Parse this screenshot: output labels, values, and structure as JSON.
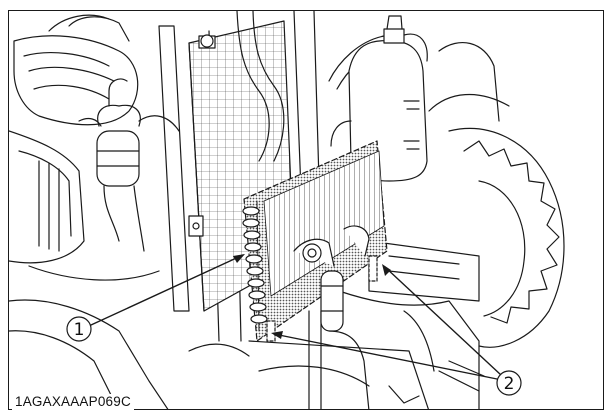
{
  "figure": {
    "code": "1AGAXAAAP069C",
    "callouts": [
      {
        "id": "callout-1",
        "label": "1"
      },
      {
        "id": "callout-2",
        "label": "2"
      }
    ]
  },
  "colors": {
    "line": "#1a1a1a",
    "shade": "#9a9a9a",
    "background": "#ffffff"
  }
}
